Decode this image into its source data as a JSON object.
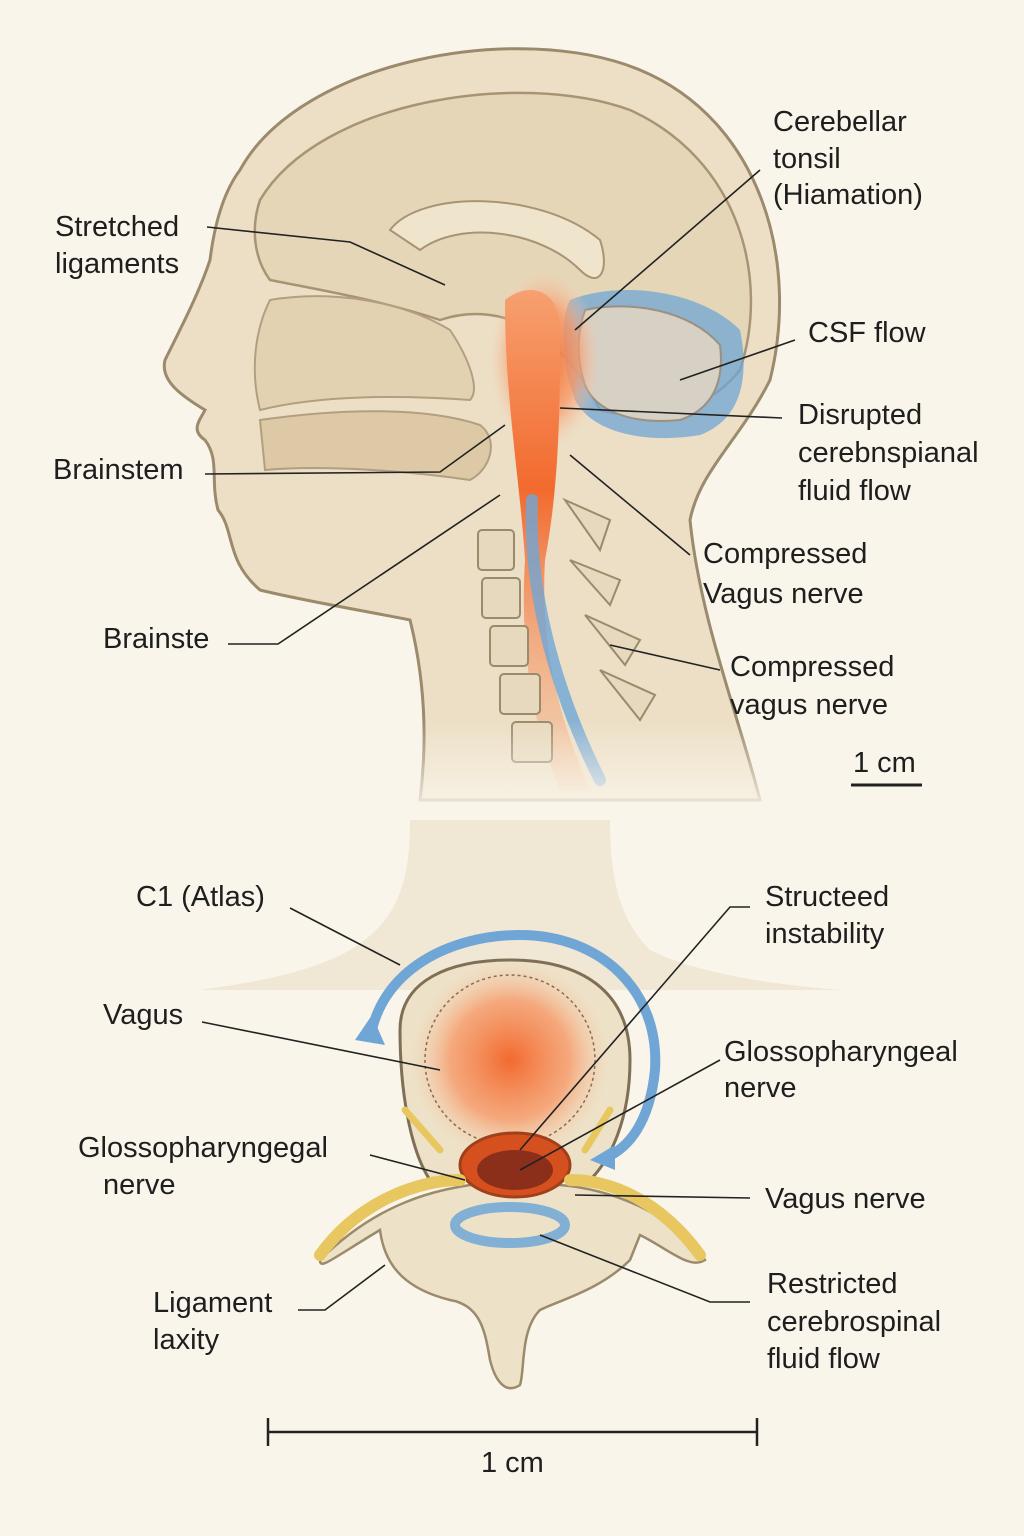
{
  "upper_labels": {
    "cerebellar_tonsil": [
      "Cerebellar",
      "tonsil",
      "(Hiamation)"
    ],
    "stretched_ligaments": [
      "Stretched",
      "ligaments"
    ],
    "csf_flow": "CSF flow",
    "disrupted_csf": [
      "Disrupted",
      "cerebnspianal",
      "fluid flow"
    ],
    "brainstem": "Brainstem",
    "compressed_vagus_1": [
      "Compressed",
      "Vagus nerve"
    ],
    "brainste": "Brainste",
    "compressed_vagus_2": [
      "Compressed",
      "vagus nerve"
    ],
    "scale": "1 cm"
  },
  "lower_labels": {
    "c1_atlas": "C1 (Atlas)",
    "structeed_instability": [
      "Structeed",
      "instability"
    ],
    "vagus": "Vagus",
    "glossopharyngeal_right": [
      "Glossopharyngeal",
      "nerve"
    ],
    "glossopharyngegal_left": [
      "Glossopharyngegal",
      "nerve"
    ],
    "vagus_nerve": "Vagus nerve",
    "ligament_laxity": [
      "Ligament",
      "laxity"
    ],
    "restricted_csf": [
      "Restricted",
      "cerebrospinal",
      "fluid flow"
    ],
    "scale": "1 cm"
  },
  "colors": {
    "skin": "#e9dcc3",
    "outline": "#8a7a60",
    "inflamed": "#f26a2e",
    "csf": "#6fa6d6",
    "nerve": "#e8c760",
    "bone": "#efe5cf"
  }
}
